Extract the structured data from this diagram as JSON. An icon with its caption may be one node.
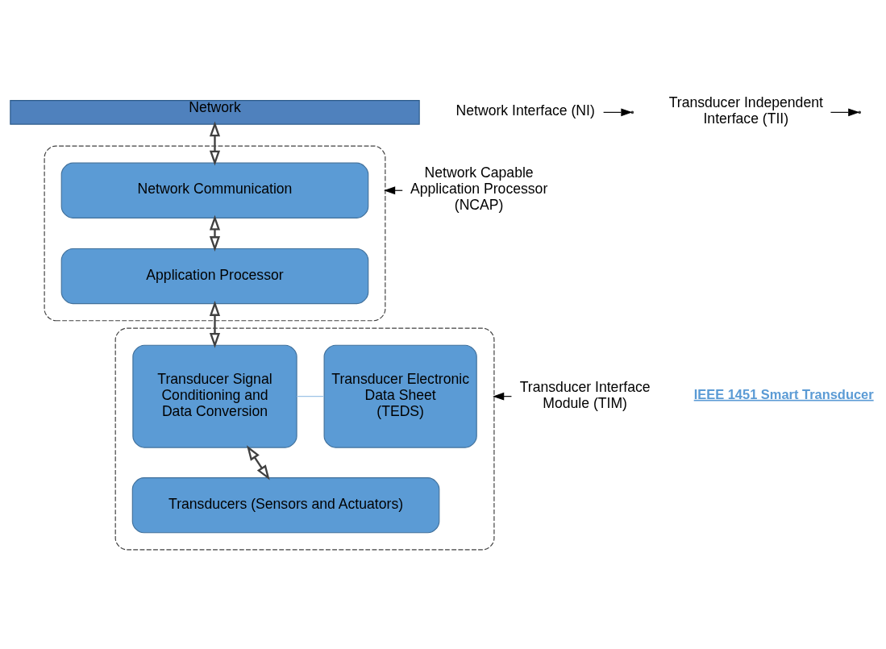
{
  "diagram": {
    "nodes": [
      {
        "text": [
          "Network"
        ]
      },
      {
        "text": [],
        "shape": "box"
      },
      {
        "text": [
          "Network Communication"
        ],
        "in": 1
      },
      {
        "text": [
          "Application Processor"
        ],
        "in": 1
      },
      {
        "text": [],
        "shape": "box"
      },
      {
        "text": [
          "Transducer Signal Conditioning and Data Conversion"
        ],
        "in": 4
      },
      {
        "text": [
          "Transducer Electronic Data Sheet (TEDS)"
        ],
        "in": 4
      },
      {
        "text": [
          "Transducers (Sensors and Actuators)"
        ],
        "in": 4
      },
      {
        "text": [
          "Network Interface (NI)"
        ]
      },
      {
        "text": [
          "Network Capable Application Processor (NCAP)"
        ]
      },
      {
        "text": [
          "Transducer Independent Interface (TII)"
        ]
      },
      {
        "text": [
          "Transducer Interface Module (TIM)"
        ]
      }
    ],
    "edges": [
      {
        "from": 0,
        "to": 2,
        "arrow": "both"
      },
      {
        "from": 2,
        "to": 3,
        "arrow": "both"
      },
      {
        "from": 3,
        "to": 5,
        "arrow": "both"
      },
      {
        "from": 5,
        "to": 6,
        "arrow": "none",
        "color": "#9dc3e6"
      },
      {
        "from": 5,
        "to": 7,
        "arrow": "both"
      },
      {
        "from": 8,
        "to": null,
        "arrow": "to"
      },
      {
        "from": 9,
        "to": 1,
        "arrow": "to"
      },
      {
        "from": 10,
        "to": null,
        "arrow": "to"
      },
      {
        "from": 11,
        "to": 4,
        "arrow": "to"
      }
    ],
    "labels": [
      "IEEE 1451 Smart Transducer"
    ]
  }
}
